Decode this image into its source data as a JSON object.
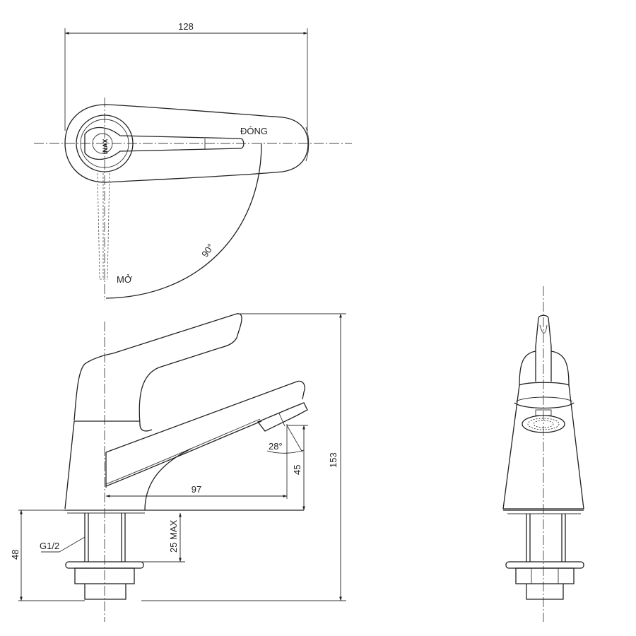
{
  "drawing": {
    "title": "Faucet technical drawing",
    "views": [
      "top-view",
      "side-view",
      "front-view"
    ],
    "top_view": {
      "overall_width": "128",
      "label_closed": "ĐÓNG",
      "label_open": "MỞ",
      "rotation_angle": "90°",
      "brand_mark": "INAX"
    },
    "side_view": {
      "overall_height": "153",
      "spout_reach": "97",
      "spout_height": "45",
      "spout_angle": "28°",
      "thread_size": "G1/2",
      "counter_thickness": "25 MAX",
      "shank_length": "48"
    },
    "colors": {
      "line": "#222222",
      "background": "#ffffff"
    }
  }
}
